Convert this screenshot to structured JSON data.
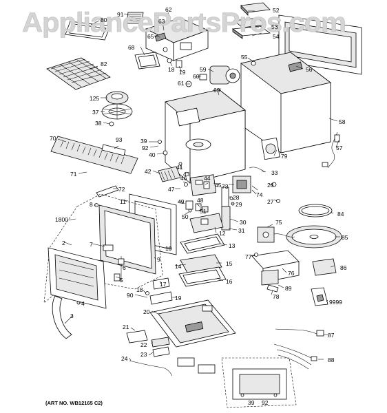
{
  "watermark": "AppliancePartsPros.com",
  "art_number": "(ART NO. WB12165 C2)",
  "labels": {
    "l80": "80",
    "l91": "91",
    "l62": "62",
    "l52": "52",
    "l63": "63",
    "l53": "53",
    "l54": "54",
    "l65": "65",
    "l68": "68",
    "l18a": "18",
    "l19a": "19",
    "l55": "55",
    "l56": "56",
    "l59": "59",
    "l60": "60",
    "l61": "61",
    "l69": "69",
    "l82": "82",
    "l125": "125",
    "l37": "37",
    "l38": "38",
    "l58": "58",
    "l57": "57",
    "l70": "70",
    "l93": "93",
    "l39a": "39",
    "l92a": "92",
    "l40": "40",
    "l79": "79",
    "l71": "71",
    "l42": "42",
    "l41": "41",
    "l43": "43",
    "l33": "33",
    "l72": "72",
    "l46": "46",
    "l44": "44",
    "l45": "45",
    "l73": "73",
    "l26": "26",
    "l8": "8",
    "l47": "47",
    "l74": "74",
    "l11": "11",
    "l49": "49",
    "l28": "28",
    "l29": "29",
    "l27": "27",
    "l1800": "1800",
    "l48": "48",
    "l51": "51",
    "l50": "50",
    "l30": "30",
    "l31": "31",
    "l84": "84",
    "l75": "75",
    "l12": "12",
    "l85": "85",
    "l13": "13",
    "l2": "2",
    "l7": "7",
    "l10": "10",
    "l9": "9",
    "l77": "77",
    "l6": "6",
    "l14": "14",
    "l15": "15",
    "l5": "5",
    "l76": "76",
    "l16": "16",
    "l86": "86",
    "l17": "17",
    "l89": "89",
    "l18b": "18",
    "l90": "90",
    "l19b": "19",
    "l78": "78",
    "l9999": "9999",
    "l4": "4",
    "l3": "3",
    "l20": "20",
    "l21": "21",
    "l87": "87",
    "l22": "22",
    "l23": "23",
    "l88": "88",
    "l24": "24",
    "l39b": "39",
    "l92b": "92"
  }
}
